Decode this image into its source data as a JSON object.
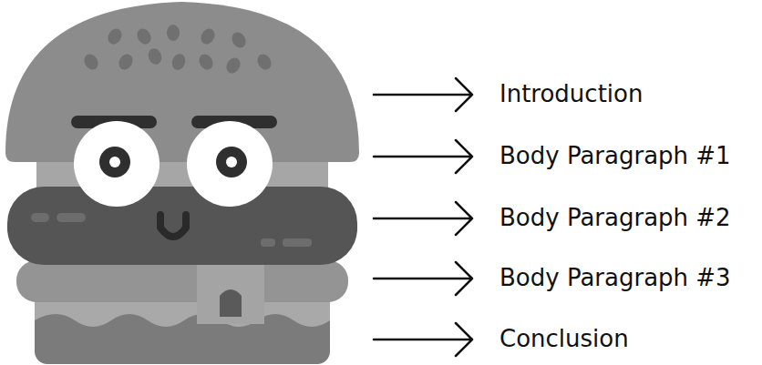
{
  "diagram": {
    "labels": [
      "Introduction",
      "Body Paragraph #1",
      "Body Paragraph #2",
      "Body Paragraph #3",
      "Conclusion"
    ]
  }
}
